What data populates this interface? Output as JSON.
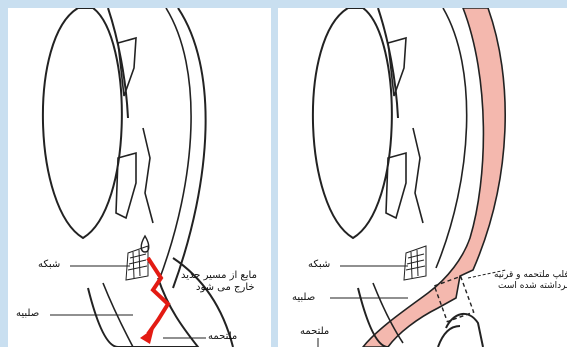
{
  "left_panel": {
    "labels": {
      "trabecular_meshwork": "شبکه",
      "sclera": "صلبیه",
      "conjunctiva": "ملتحمه",
      "fluid_line1": "مایع از مسیر جدید",
      "fluid_line2": "خارج می شود"
    }
  },
  "right_panel": {
    "labels": {
      "trabecular_meshwork": "شبکه",
      "sclera": "صلبیه",
      "conjunctiva": "ملتحمه",
      "flap_line1": "فلپ ملتحمه و قرنیه",
      "flap_line2": "برداشته شده است"
    }
  },
  "colors": {
    "background": "#c9dff0",
    "flow_arrow": "#e31b13",
    "conjunctiva_fill": "#f4b8ae"
  }
}
